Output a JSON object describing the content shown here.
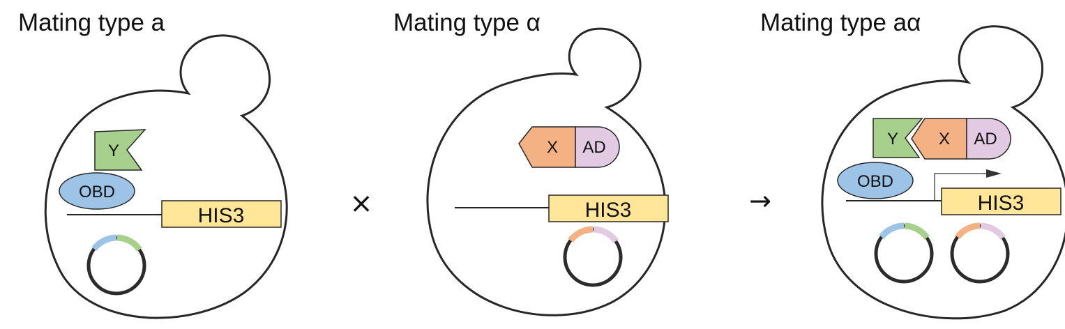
{
  "titles": {
    "cell_a": "Mating type a",
    "cell_alpha": "Mating type α",
    "cell_diploid": "Mating type aα"
  },
  "operators": {
    "cross": "×",
    "arrow": "→"
  },
  "labels": {
    "bait": "Y",
    "dbd": "OBD",
    "prey": "X",
    "ad": "AD",
    "reporter": "HIS3"
  },
  "colors": {
    "bait": "#a6d08b",
    "dbd": "#9dc3e6",
    "prey": "#f4b183",
    "ad": "#e2cbe2",
    "reporter": "#ffe699",
    "outline": "#262626"
  }
}
